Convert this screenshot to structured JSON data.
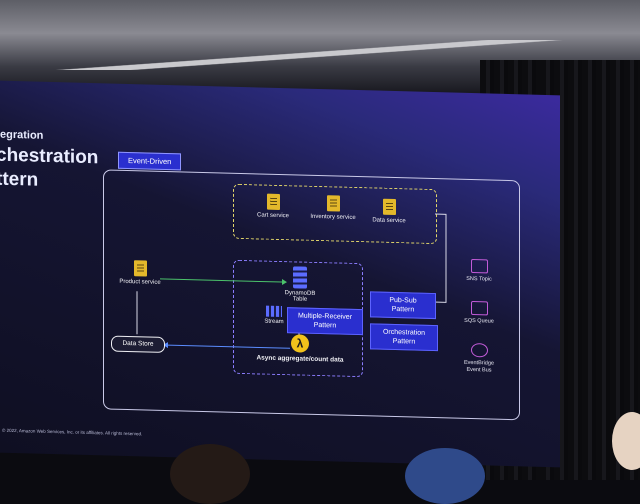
{
  "slide": {
    "section_title": "egration",
    "title_line1": "chestration",
    "title_line2": "ttern",
    "group_label": "Event-Driven",
    "services": [
      {
        "label": "Cart service",
        "icon": "document-icon"
      },
      {
        "label": "Inventory service",
        "icon": "document-icon"
      },
      {
        "label": "Data service",
        "icon": "document-icon"
      }
    ],
    "product_service": "Product service",
    "dynamodb_line1": "DynamoDB",
    "dynamodb_line2": "Table",
    "stream": "Stream",
    "lambda_glyph": "λ",
    "async_label": "Async aggregate/count data",
    "data_store": "Data Store",
    "pattern_multi_line1": "Multiple-Receiver",
    "pattern_multi_line2": "Pattern",
    "pattern_pubsub_line1": "Pub-Sub",
    "pattern_pubsub_line2": "Pattern",
    "pattern_orch_line1": "Orchestration",
    "pattern_orch_line2": "Pattern",
    "side_items": [
      {
        "line1": "SNS Topic",
        "line2": "",
        "icon": "sns-topic-icon"
      },
      {
        "line1": "SQS Queue",
        "line2": "",
        "icon": "sqs-queue-icon"
      },
      {
        "line1": "EventBridge",
        "line2": "Event Bus",
        "icon": "eventbridge-icon"
      }
    ],
    "footer": "© 2022, Amazon Web Services, Inc. or its affiliates. All rights reserved."
  },
  "colors": {
    "accent_blue": "#2a2fcf",
    "service_yellow": "#e3b82b",
    "connector_green": "#4bc26b",
    "service_purple": "#c25bd8"
  }
}
